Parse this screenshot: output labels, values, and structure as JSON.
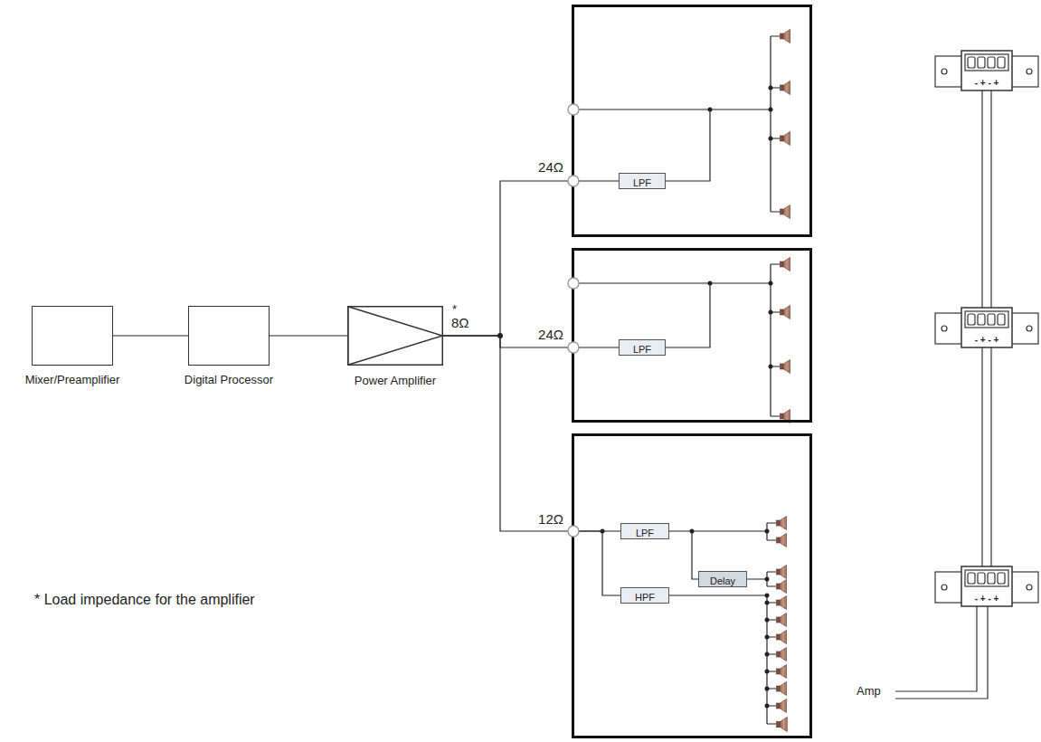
{
  "diagram": {
    "nodes": [
      {
        "text": [
          "Mixer/Preamplifier"
        ]
      },
      {
        "text": [
          "Digital Processor"
        ]
      },
      {
        "text": [
          "Power Amplifier"
        ]
      },
      {
        "text": [
          "24Ω"
        ]
      },
      {
        "text": [
          "LPF"
        ],
        "in": 3
      },
      {
        "text": [
          "24Ω"
        ]
      },
      {
        "text": [
          "LPF"
        ],
        "in": 5
      },
      {
        "text": [
          "12Ω"
        ]
      },
      {
        "text": [
          "LPF"
        ],
        "in": 7
      },
      {
        "text": [
          "Delay"
        ],
        "in": 7
      },
      {
        "text": [
          "HPF"
        ],
        "in": 7
      }
    ],
    "edges": [
      {
        "from": 0,
        "to": 1,
        "arrow": "none"
      },
      {
        "from": 1,
        "to": 2,
        "arrow": "none"
      },
      {
        "from": 2,
        "to": 3,
        "arrow": "none"
      },
      {
        "from": 2,
        "to": 5,
        "arrow": "none"
      },
      {
        "from": 2,
        "to": 7,
        "arrow": "none"
      },
      {
        "from": 3,
        "to": 4,
        "arrow": "none"
      },
      {
        "from": 5,
        "to": 6,
        "arrow": "none"
      },
      {
        "from": 7,
        "to": 8,
        "arrow": "none"
      },
      {
        "from": 8,
        "to": 9,
        "arrow": "none"
      },
      {
        "from": 7,
        "to": 10,
        "arrow": "none"
      }
    ],
    "labels": [
      "*",
      "8Ω",
      "* Load impedance for the amplifier",
      "- + - +",
      "- + - +",
      "- + - +",
      "Amp"
    ]
  }
}
